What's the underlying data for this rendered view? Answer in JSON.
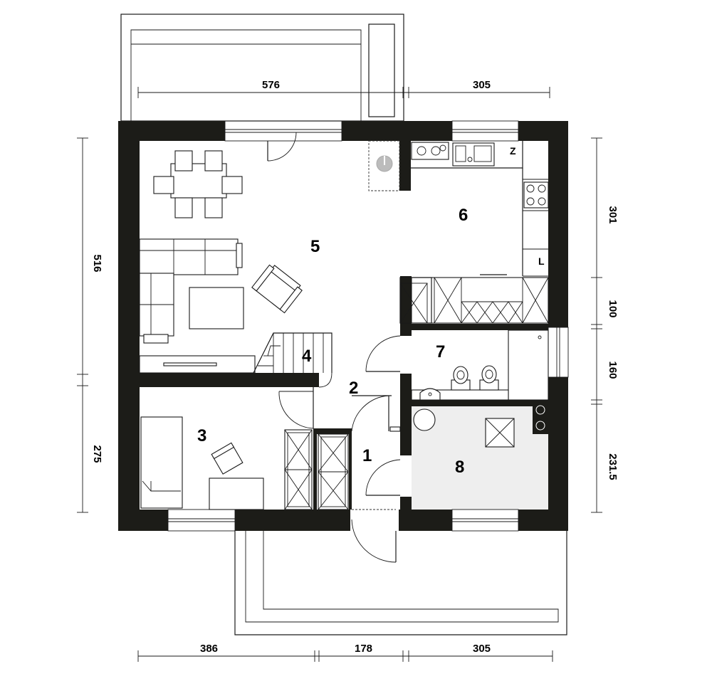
{
  "rooms": {
    "r1": "1",
    "r2": "2",
    "r3": "3",
    "r4": "4",
    "r5": "5",
    "r6": "6",
    "r7": "7",
    "r8": "8"
  },
  "dimensions": {
    "top_left": "576",
    "top_right": "305",
    "bottom_left": "386",
    "bottom_mid": "178",
    "bottom_right": "305",
    "left_top": "516",
    "left_bottom": "275",
    "right_1": "301",
    "right_2": "100",
    "right_3": "160",
    "right_4": "231.5"
  },
  "labels": {
    "fridge": "Z",
    "cabinet": "L"
  },
  "colors": {
    "wall": "#1c1c18",
    "boiler_room_floor": "#eeeeee"
  }
}
